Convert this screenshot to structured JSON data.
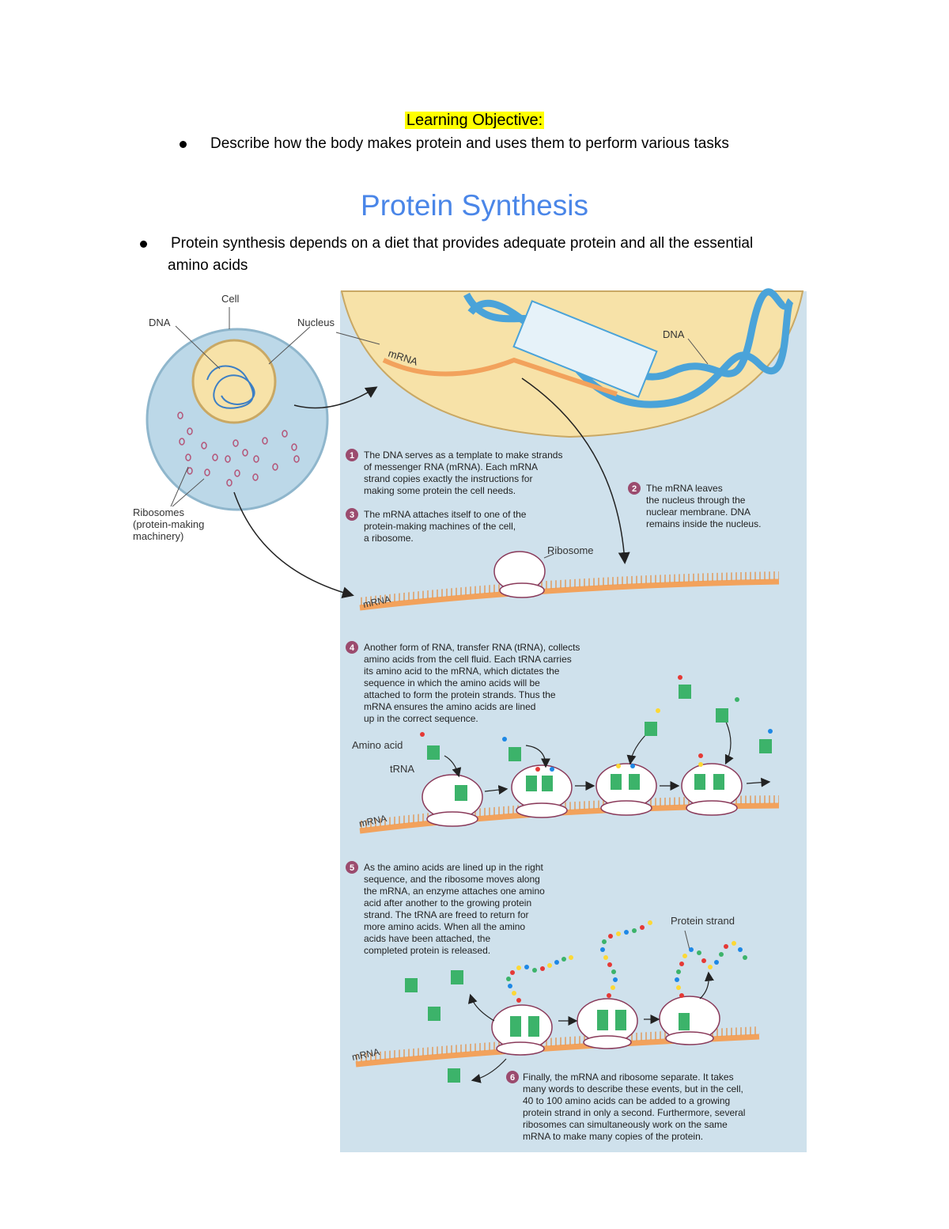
{
  "header": {
    "objective_label": "Learning Objective:",
    "objective_item": "Describe how the body makes protein and uses them to perform various tasks"
  },
  "section": {
    "title": "Protein Synthesis",
    "bullet_line1": "Protein synthesis depends on a diet that provides adequate protein and all the essential",
    "bullet_line2": "amino acids"
  },
  "figure": {
    "labels": {
      "cell": "Cell",
      "dna": "DNA",
      "nucleus": "Nucleus",
      "ribosomes_1": "Ribosomes",
      "ribosomes_2": "(protein-making",
      "ribosomes_3": "machinery)",
      "mrna": "mRNA",
      "ribosome": "Ribosome",
      "amino_acid": "Amino acid",
      "trna": "tRNA",
      "protein_strand": "Protein strand"
    },
    "steps": [
      {
        "num": "1",
        "lines": [
          "The DNA serves as a template to make strands",
          "of messenger RNA (mRNA). Each mRNA",
          "strand copies exactly the instructions for",
          "making some protein the cell needs."
        ]
      },
      {
        "num": "2",
        "lines": [
          "The mRNA leaves",
          "the nucleus through the",
          "nuclear membrane. DNA",
          "remains inside the nucleus."
        ]
      },
      {
        "num": "3",
        "lines": [
          "The mRNA attaches itself to one of the",
          "protein-making machines of the cell,",
          "a ribosome."
        ]
      },
      {
        "num": "4",
        "lines": [
          "Another form of RNA, transfer RNA (tRNA), collects",
          "amino acids from the cell fluid. Each tRNA carries",
          "its amino acid to the mRNA, which dictates the",
          "sequence in which the amino acids will be",
          "attached to form the protein strands. Thus the",
          "mRNA ensures the amino acids are lined",
          "up in the correct sequence."
        ]
      },
      {
        "num": "5",
        "lines": [
          "As the amino acids are lined up in the right",
          "sequence, and the ribosome moves along",
          "the mRNA, an enzyme attaches one amino",
          "acid after another to the growing protein",
          "strand. The tRNA are freed to return for",
          "more amino acids. When all the amino",
          "acids have been attached, the",
          "completed protein is released."
        ]
      },
      {
        "num": "6",
        "lines": [
          "Finally, the mRNA and ribosome separate. It takes",
          "many words to describe these events, but in the cell,",
          "40 to 100 amino acids can be added to a growing",
          "protein strand in only a second. Furthermore, several",
          "ribosomes can simultaneously work on the same",
          "mRNA to make many copies of the protein."
        ]
      }
    ],
    "colors": {
      "panel": "#cfe1ec",
      "nucleus": "#f7e2a8",
      "dna": "#4aa3d9",
      "mrna": "#f2a25c",
      "ribosome_outline": "#8a3a5a",
      "trna": "#3cb36a",
      "step_badge": "#9b4b6e"
    }
  }
}
